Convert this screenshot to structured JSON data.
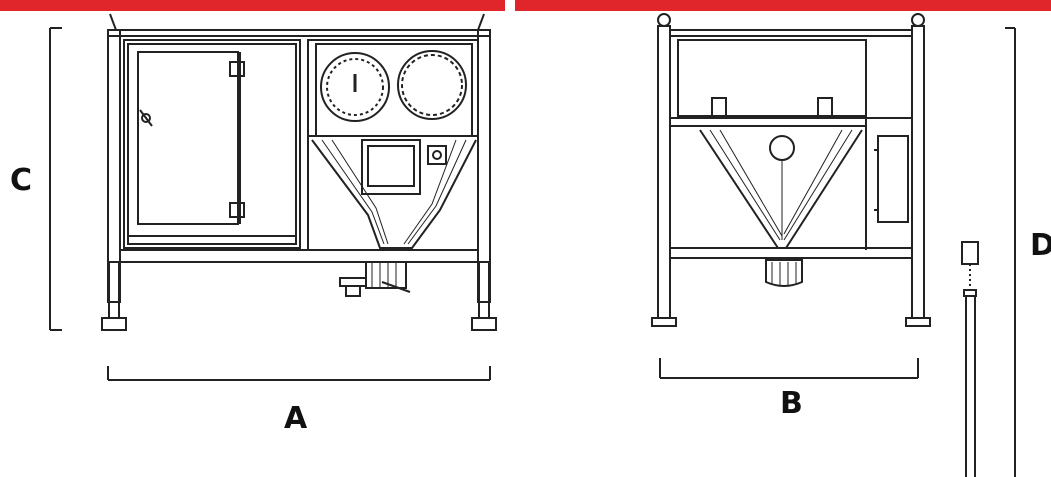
{
  "labels": {
    "a": "A",
    "b": "B",
    "c": "C",
    "d": "D"
  },
  "colors": {
    "accent": "#e0262b",
    "line": "#222222"
  }
}
